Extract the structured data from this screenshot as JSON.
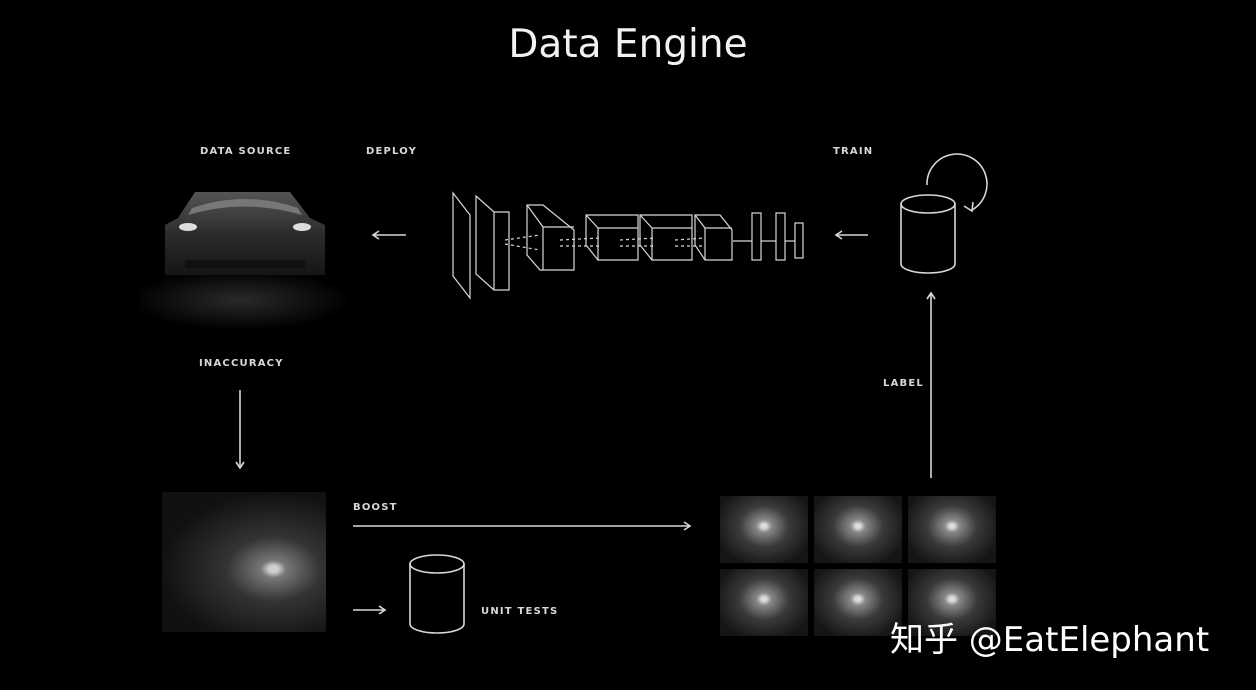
{
  "title": "Data Engine",
  "labels": {
    "data_source": "DATA SOURCE",
    "deploy": "DEPLOY",
    "train": "TRAIN",
    "inaccuracy": "INACCURACY",
    "label": "LABEL",
    "boost": "BOOST",
    "unit_tests": "UNIT TESTS"
  },
  "watermark": "知乎 @EatElephant",
  "colors": {
    "background": "#000000",
    "foreground": "#e8e8e8"
  }
}
